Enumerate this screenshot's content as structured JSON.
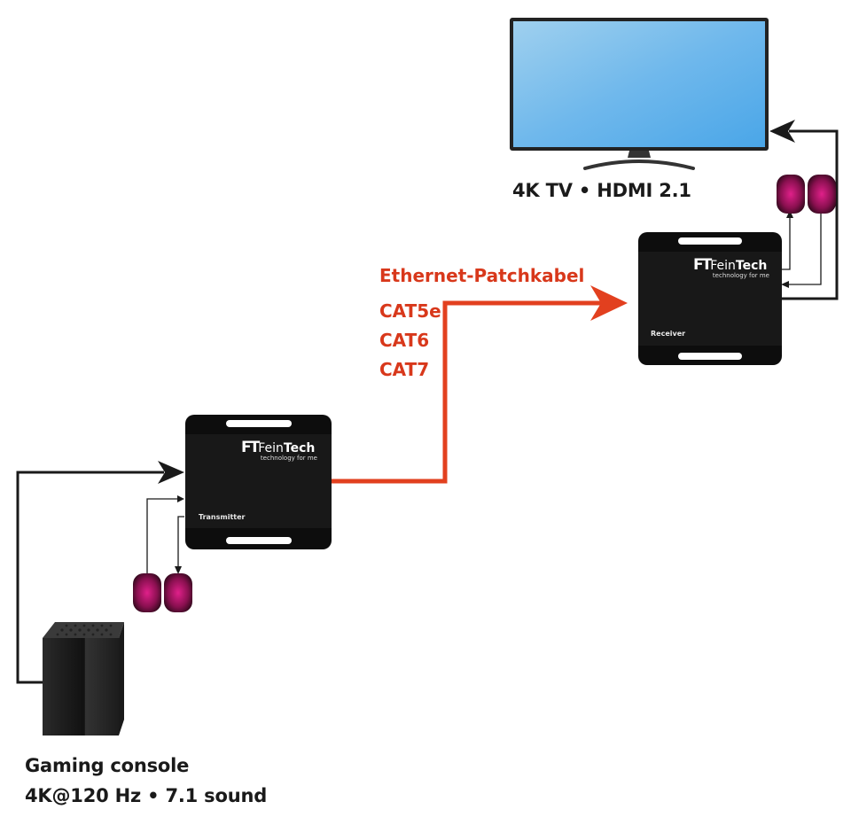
{
  "tv": {
    "label": "4K TV • HDMI 2.1"
  },
  "console": {
    "line1": "Gaming console",
    "line2": "4K@120 Hz • 7.1 sound"
  },
  "cable": {
    "title": "Ethernet-Patchkabel",
    "types": [
      "CAT5e",
      "CAT6",
      "CAT7"
    ]
  },
  "transmitter": {
    "brand_mark": "FT",
    "brand_name_a": "Fein",
    "brand_name_b": "Tech",
    "tagline": "technology for me",
    "label": "Transmitter"
  },
  "receiver": {
    "brand_mark": "FT",
    "brand_name_a": "Fein",
    "brand_name_b": "Tech",
    "tagline": "technology for me",
    "label": "Receiver"
  },
  "colors": {
    "cable": "#e2401f",
    "connector": "#1a1a1a",
    "device": "#141414",
    "accent_red": "#d8381b"
  }
}
